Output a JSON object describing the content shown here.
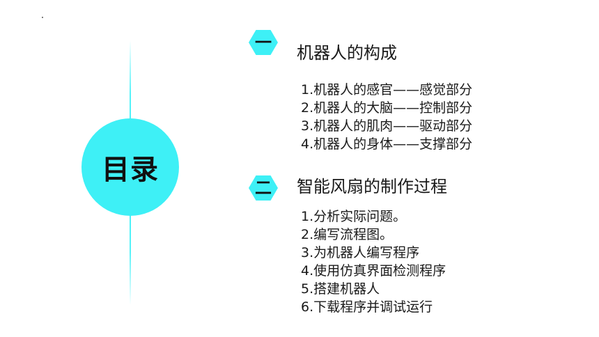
{
  "center_label": "目录",
  "sections": [
    {
      "number": "一",
      "title": "机器人的构成",
      "items": [
        "1.机器人的感官——感觉部分",
        "2.机器人的大脑——控制部分",
        "3.机器人的肌肉——驱动部分",
        "4.机器人的身体——支撑部分"
      ]
    },
    {
      "number": "二",
      "title": "智能风扇的制作过程",
      "items": [
        "1.分析实际问题。",
        "2.编写流程图。",
        "3.为机器人编写程序",
        "4.使用仿真界面检测程序",
        "5.搭建机器人",
        "6.下载程序并调试运行"
      ]
    }
  ],
  "colors": {
    "accent": "#3ef0f6",
    "text": "#1a1a1a",
    "background": "#ffffff"
  }
}
